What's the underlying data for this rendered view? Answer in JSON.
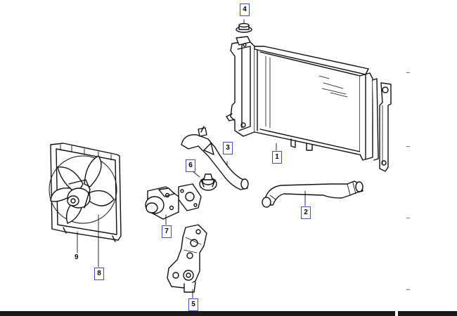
{
  "diagram": {
    "callouts": [
      {
        "id": "1",
        "label": "1"
      },
      {
        "id": "2",
        "label": "2"
      },
      {
        "id": "3",
        "label": "3"
      },
      {
        "id": "4",
        "label": "4"
      },
      {
        "id": "5",
        "label": "5"
      },
      {
        "id": "6",
        "label": "6"
      },
      {
        "id": "7",
        "label": "7"
      },
      {
        "id": "8",
        "label": "8"
      }
    ],
    "plain_labels": [
      {
        "id": "9",
        "label": "9"
      }
    ]
  }
}
